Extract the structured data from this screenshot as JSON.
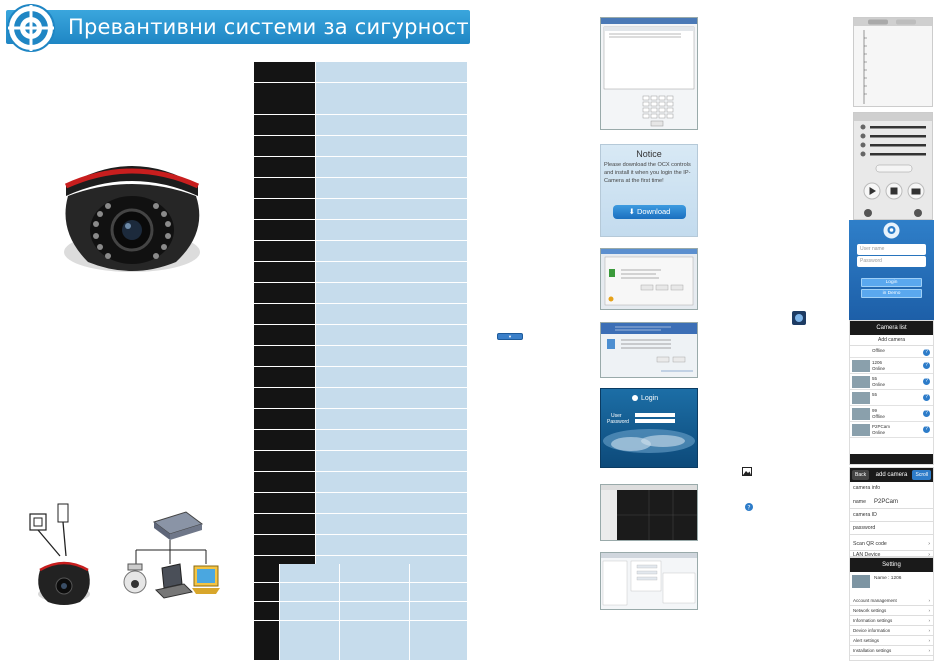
{
  "header": {
    "title": "Превантивни системи за сигурност ООД",
    "accent_color": "#2592d1"
  },
  "notice": {
    "title": "Notice",
    "text": "Please download the OCX controls and install it when you login the IP- Camera at the first time!",
    "download_label": "Download"
  },
  "login_dialog": {
    "title": "Login",
    "user_label": "User",
    "password_label": "Password"
  },
  "phone_login": {
    "username_placeholder": "User name",
    "password_placeholder": "Password",
    "login_label": "Login",
    "demo_label": "in Demo"
  },
  "camera_list": {
    "title": "Camera list",
    "add_label": "Add camera",
    "items": [
      {
        "name": "Office",
        "status": "Offline"
      },
      {
        "name": "1206",
        "status": "Online"
      },
      {
        "name": "55",
        "status": "Online"
      },
      {
        "name": "55",
        "status": ""
      },
      {
        "name": "99",
        "status": "Offline"
      },
      {
        "name": "P2PCam",
        "status": "Online"
      }
    ]
  },
  "add_camera": {
    "back_label": "Back",
    "title": "add camera",
    "done_label": "Scroll",
    "section_label": "camera info",
    "fields": [
      {
        "label": "name",
        "value": "P2PCam"
      },
      {
        "label": "camera ID",
        "value": ""
      },
      {
        "label": "password",
        "value": ""
      }
    ],
    "options": [
      "Scan QR code",
      "LAN Device"
    ]
  },
  "setting": {
    "title": "Setting",
    "camera_name": "Name : 1206",
    "items": [
      "Account management",
      "Network settings",
      "Information settings",
      "Device information",
      "Alert settings",
      "Installation settings"
    ]
  },
  "icons": [
    "logo-icon",
    "camera-icon",
    "download-icon",
    "info-icon",
    "picture-icon",
    "router-icon",
    "laptop-icon",
    "ptz-camera-icon"
  ]
}
